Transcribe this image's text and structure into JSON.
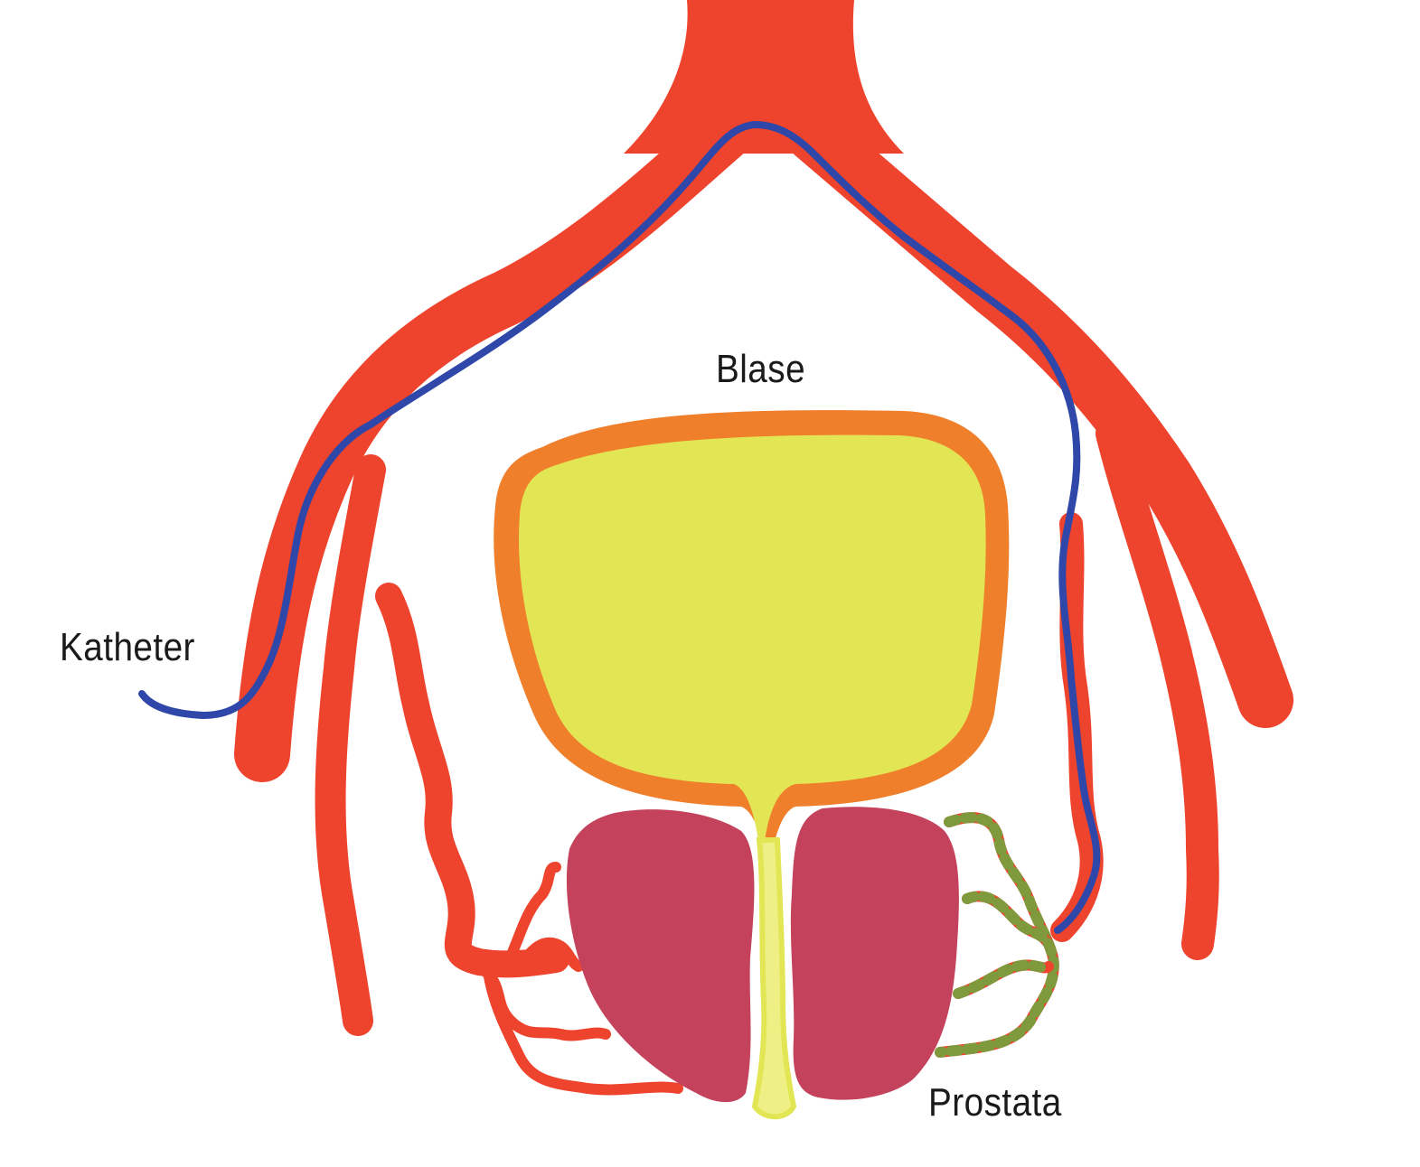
{
  "labels": {
    "bladder": "Blase",
    "catheter": "Katheter",
    "prostate": "Prostata"
  },
  "colors": {
    "background": "#ffffff",
    "artery": "#ee432c",
    "catheter": "#2e47a8",
    "bladder_wall": "#f07f2b",
    "bladder_fill": "#e2e655",
    "prostate": "#c4425c",
    "embolized_vessel": "#7f9a3c",
    "urethra": "#eef085"
  }
}
